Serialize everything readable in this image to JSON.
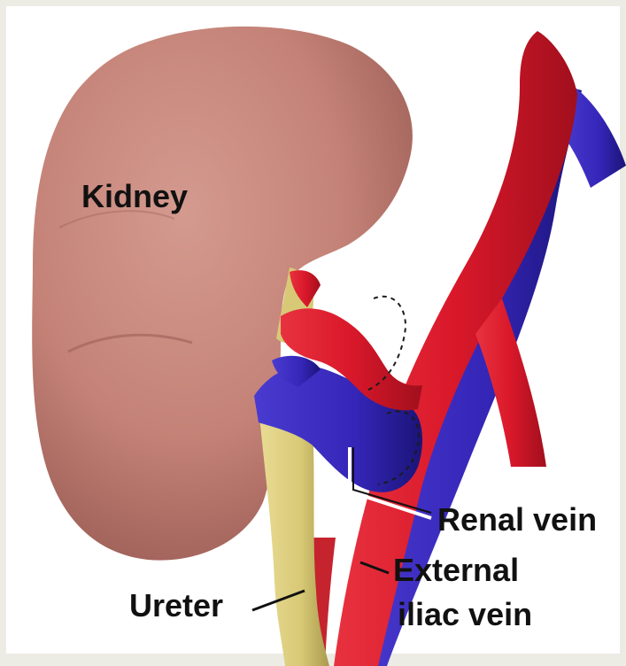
{
  "labels": {
    "kidney": "Kidney",
    "renal_vein": "Renal vein",
    "external_iliac_line1": "External",
    "external_iliac_line2": "iliac vein",
    "ureter": "Ureter"
  },
  "colors": {
    "kidney": "#c48277",
    "kidney_dark": "#9d5f57",
    "artery": "#d9182a",
    "artery_dark": "#a10f1d",
    "vein": "#3526b8",
    "vein_dark": "#1b1478",
    "ureter": "#d8c976",
    "suture": "#1b1b1b",
    "background": "#ecebe4"
  }
}
